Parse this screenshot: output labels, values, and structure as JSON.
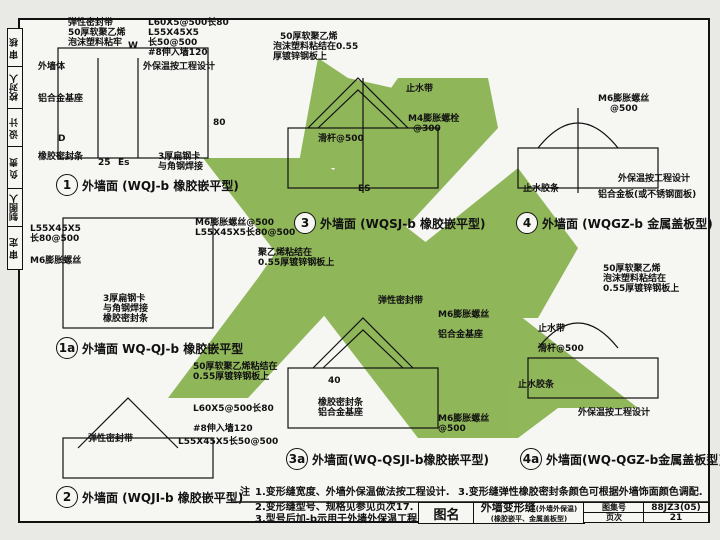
{
  "side_strip": [
    "审 核",
    "校对人",
    "设 计",
    "负 责",
    "制图人",
    "审 定"
  ],
  "details": [
    {
      "num": "1",
      "title": "外墙面 (WQJ-b 橡胶嵌平型)"
    },
    {
      "num": "1a",
      "title": "外墙面 WQ-QJ-b 橡胶嵌平型"
    },
    {
      "num": "2",
      "title": "外墙面 (WQJI-b 橡胶嵌平型)"
    },
    {
      "num": "3",
      "title": "外墙面 (WQSJ-b 橡胶嵌平型)"
    },
    {
      "num": "3a",
      "title": "外墙面(WQ-QSJI-b橡胶嵌平型)"
    },
    {
      "num": "4",
      "title": "外墙面 (WQGZ-b 金属盖板型)"
    },
    {
      "num": "4a",
      "title": "外墙面(WQ-QGZ-b金属盖板型)"
    }
  ],
  "labels": [
    "弹性密封带",
    "50厚软聚乙烯",
    "泡沫塑料粘牢",
    "L60X5@500长80",
    "L55X45X5",
    "长50@500",
    "#8伸入墙120",
    "外墙体",
    "外保温按工程设计",
    "铝合金基座",
    "橡胶密封条",
    "3厚扁钢卡",
    "与角钢焊接",
    "W",
    "D",
    "Es",
    "25",
    "ES",
    "80",
    "50厚软聚乙烯",
    "泡沫塑料粘结在0.55",
    "厚镀锌钢板上",
    "止水带",
    "M4膨胀螺栓",
    "@300",
    "滑杆@500",
    "M6膨胀螺丝",
    "@500",
    "止水胶条",
    "外保温按工程设计",
    "铝合金板(或不锈钢面板)",
    "L55X45X5",
    "长80@500",
    "M6膨胀螺丝@500",
    "M6膨胀螺丝",
    "3厚扁钢卡",
    "与角钢焊接",
    "橡胶密封条",
    "L55X45X5长80@500",
    "聚乙烯粘结在",
    "0.55厚镀锌钢板上",
    "弹性密封带",
    "M6膨胀螺丝",
    "铝合金基座",
    "橡胶密封条",
    "铝合金基座",
    "M6膨胀螺丝",
    "@500",
    "50厚软聚乙烯",
    "泡沫塑料粘结在",
    "0.55厚镀锌钢板上",
    "止水带",
    "滑杆@500",
    "止水胶条",
    "外保温按工程设计",
    "50厚软聚乙烯粘结在",
    "0.55厚镀锌钢板上",
    "L60X5@500长80",
    "#8伸入墙120",
    "L55X45X5长50@500",
    "弹性密封带",
    "40"
  ],
  "notes": {
    "head": "注",
    "items": [
      "1.变形缝宽度、外墙外保温做法按工程设计.",
      "3.变形缝弹性橡胶密封条颜色可根据外墙饰面颜色调配.",
      "2.变形缝型号、规格见参见页次17.",
      "3.型号后加-b示用于外墙外保温工程."
    ]
  },
  "title_block": {
    "name_label": "图名",
    "name_line1": "外墙变形缝",
    "name_line1_sub": "(外墙外保温)",
    "name_line2": "(橡胶嵌平、金属盖板型)",
    "atlas_label": "图集号",
    "atlas_value": "88JZ3(05)",
    "page_label": "页次",
    "page_value": "21"
  },
  "colors": {
    "green": "#86b04a",
    "ink": "#111111"
  }
}
